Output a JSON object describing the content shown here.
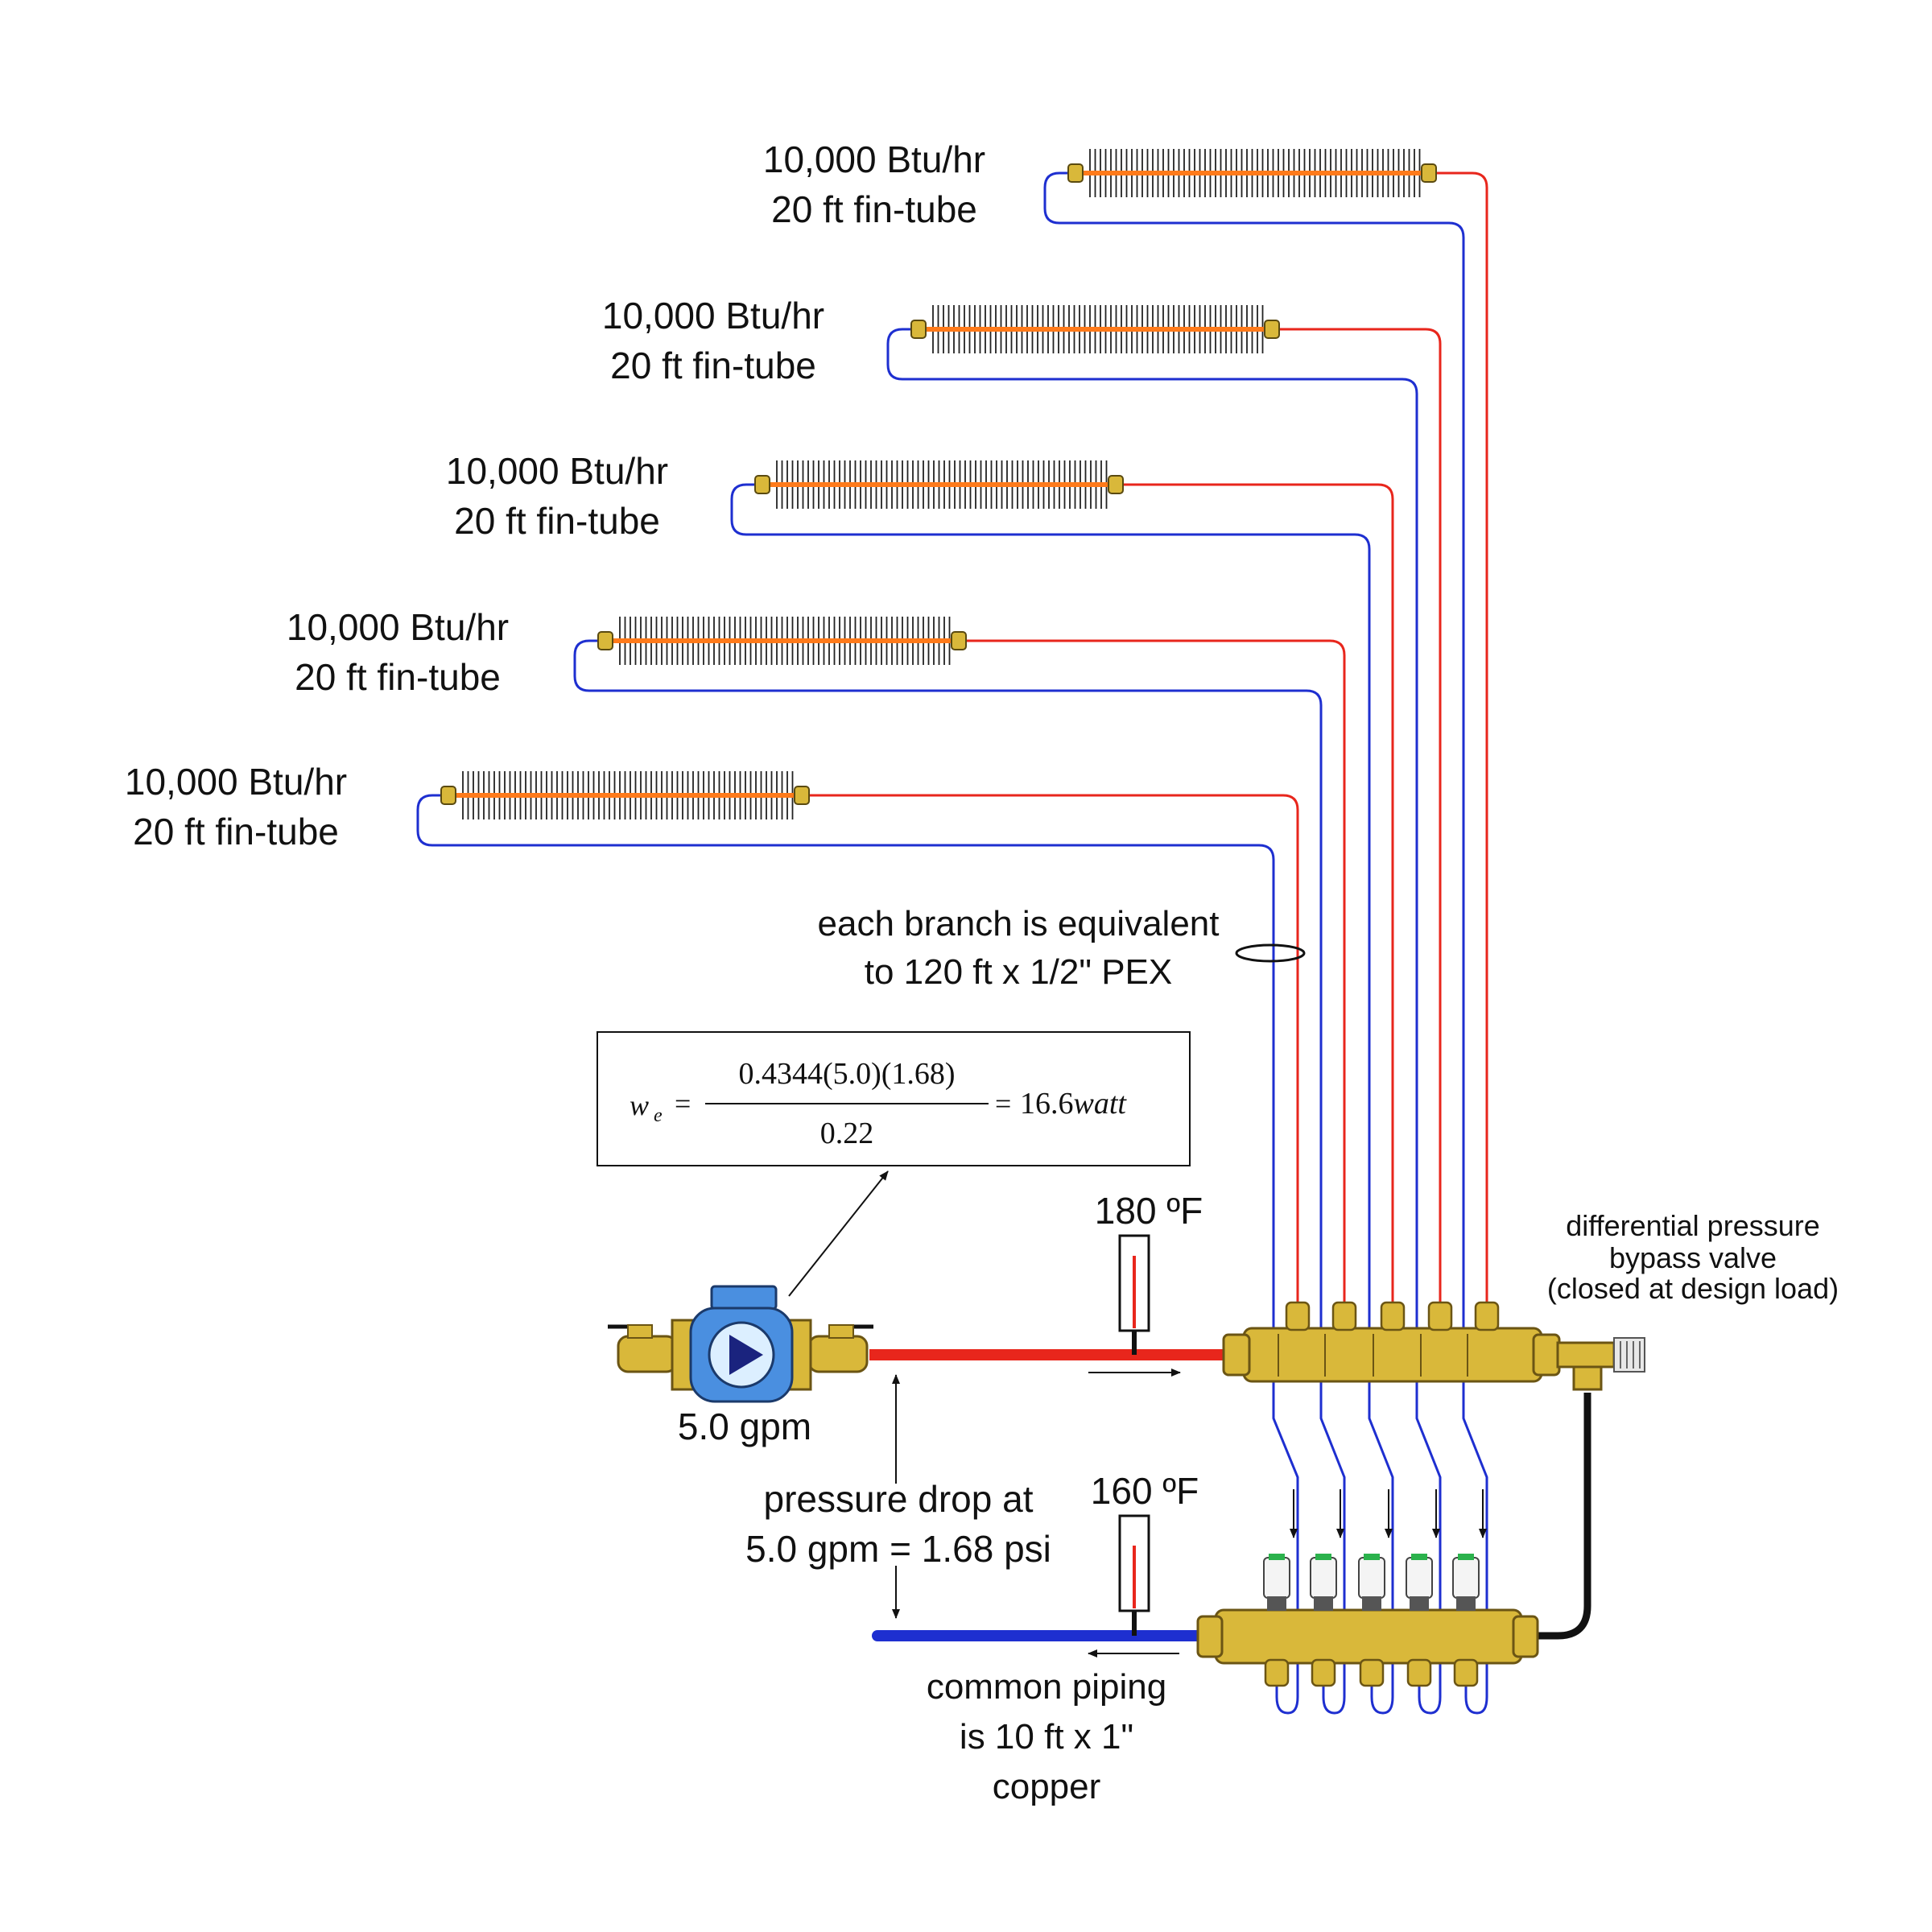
{
  "colors": {
    "supply": "#e8261c",
    "return": "#1e2fd0",
    "brass": "#d9b83a",
    "fin": "#ff7a1a",
    "pump_body": "#4a8fe0",
    "text_red": "#d8201c"
  },
  "branches": [
    {
      "load": "10,000 Btu/hr",
      "length": "20 ft fin-tube"
    },
    {
      "load": "10,000 Btu/hr",
      "length": "20 ft fin-tube"
    },
    {
      "load": "10,000 Btu/hr",
      "length": "20 ft fin-tube"
    },
    {
      "load": "10,000 Btu/hr",
      "length": "20 ft fin-tube"
    },
    {
      "load": "10,000 Btu/hr",
      "length": "20 ft fin-tube"
    }
  ],
  "branch_note": {
    "line1": "each branch is equivalent",
    "line2": "to 120 ft x 1/2\" PEX"
  },
  "formula": {
    "lhs": "w",
    "lhs_sub": "e",
    "numerator": "0.4344(5.0)(1.68)",
    "denominator": "0.22",
    "result_value": "16.6",
    "result_unit": "watt"
  },
  "pump": {
    "flow": "5.0 gpm",
    "icon": "circulator-pump-icon"
  },
  "supply_temp": "180 ºF",
  "return_temp": "160 ºF",
  "pressure_drop": {
    "line1": "pressure drop at",
    "line2": "5.0 gpm = 1.68 psi"
  },
  "common_piping": {
    "line1": "common piping",
    "line2": "is 10 ft x 1\"",
    "line3": "copper"
  },
  "bypass_valve": {
    "line1": "differential pressure",
    "line2": "bypass valve",
    "line3": "(closed at design load)"
  }
}
